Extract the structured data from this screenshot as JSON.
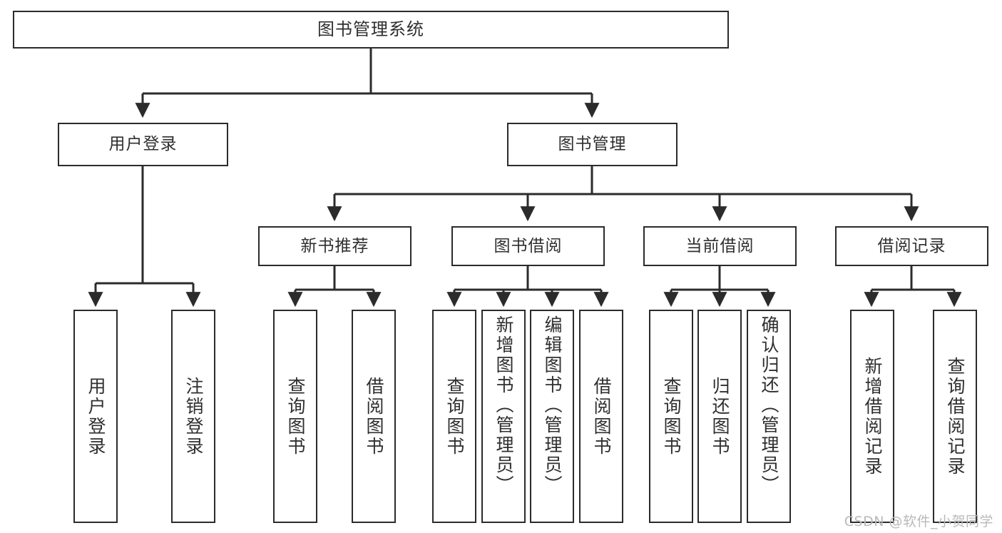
{
  "diagram": {
    "type": "tree-hierarchy",
    "title": "图书管理系统",
    "watermark": "CSDN @软件_小贺同学",
    "colors": {
      "stroke": "#2b2b2b",
      "fill": "#ffffff",
      "text": "#2f2f2f",
      "watermark": "#b9b9b9"
    },
    "nodes": {
      "root": {
        "label": "图书管理系统"
      },
      "level1": [
        {
          "id": "user-login",
          "label": "用户登录"
        },
        {
          "id": "book-manage",
          "label": "图书管理"
        }
      ],
      "level2": [
        {
          "id": "new-book-rec",
          "label": "新书推荐"
        },
        {
          "id": "book-borrow",
          "label": "图书借阅"
        },
        {
          "id": "current-borrow",
          "label": "当前借阅"
        },
        {
          "id": "borrow-record",
          "label": "借阅记录"
        }
      ],
      "leaves": {
        "user-login": [
          {
            "id": "leaf-user-login",
            "label": "用户登录"
          },
          {
            "id": "leaf-user-logout",
            "label": "注销登录"
          }
        ],
        "new-book-rec": [
          {
            "id": "leaf-query-book-1",
            "label": "查询图书"
          },
          {
            "id": "leaf-borrow-book-1",
            "label": "借阅图书"
          }
        ],
        "book-borrow": [
          {
            "id": "leaf-query-book-2",
            "label": "查询图书"
          },
          {
            "id": "leaf-add-book",
            "label": "新增图书（管理员）"
          },
          {
            "id": "leaf-edit-book",
            "label": "编辑图书（管理员）"
          },
          {
            "id": "leaf-borrow-book-2",
            "label": "借阅图书"
          }
        ],
        "current-borrow": [
          {
            "id": "leaf-query-book-3",
            "label": "查询图书"
          },
          {
            "id": "leaf-return-book",
            "label": "归还图书"
          },
          {
            "id": "leaf-confirm-return",
            "label": "确认归还（管理员）"
          }
        ],
        "borrow-record": [
          {
            "id": "leaf-add-record",
            "label": "新增借阅记录"
          },
          {
            "id": "leaf-query-record",
            "label": "查询借阅记录"
          }
        ]
      }
    }
  }
}
